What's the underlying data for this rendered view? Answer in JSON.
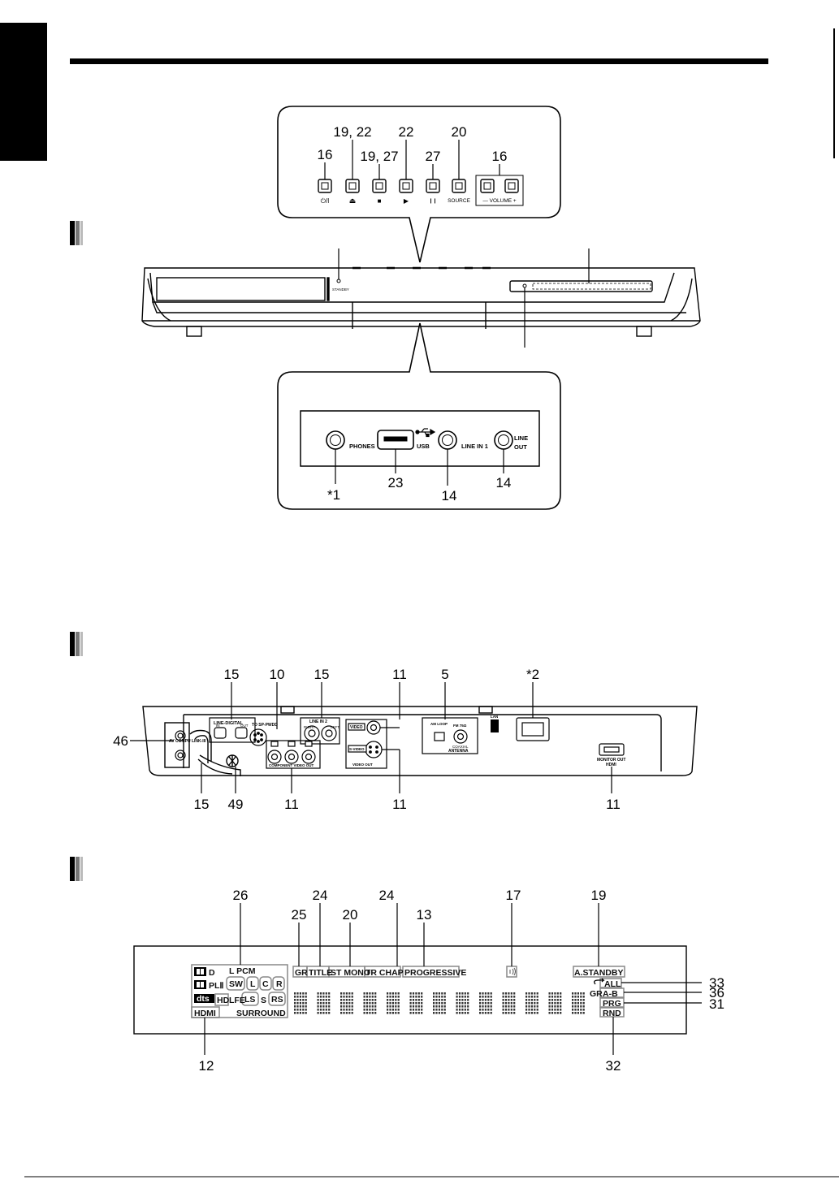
{
  "callouts": {
    "top_panel": {
      "n16a": "16",
      "n1922": "19, 22",
      "n1927": "19, 27",
      "n22": "22",
      "n27": "27",
      "n20": "20",
      "n16b": "16"
    },
    "front_jacks": {
      "n1": "*1",
      "n23": "23",
      "n14a": "14",
      "n14b": "14"
    },
    "rear": {
      "n46": "46",
      "n15a": "15",
      "n10": "10",
      "n15b": "15",
      "n11a": "11",
      "n5": "5",
      "n2": "*2",
      "n15c": "15",
      "n49": "49",
      "n11b": "11",
      "n11c": "11",
      "n11d": "11"
    },
    "display": {
      "n26": "26",
      "n24a": "24",
      "n24b": "24",
      "n17": "17",
      "n19": "19",
      "n25": "25",
      "n20": "20",
      "n13": "13",
      "n33": "33",
      "n36": "36",
      "n31": "31",
      "n12": "12",
      "n32": "32"
    }
  },
  "top_panel_labels": {
    "power": "⏻/I",
    "eject": "⏏",
    "stop": "■",
    "play": "▶",
    "pause": "❙❙",
    "source": "SOURCE",
    "volume": "— VOLUME +"
  },
  "front_labels": {
    "standby": "STANDBY",
    "phones": "PHONES",
    "usb": "USB",
    "line_in_1": "LINE IN 1",
    "line": "LINE",
    "out": "OUT"
  },
  "rear_labels": {
    "av_compu_link": "AV COMPU LINK-III",
    "line_digital": "LINE-DIGITAL",
    "in": "IN",
    "out": "OUT",
    "to_sp_pwdd": "TO SP-PWDD",
    "line_in_2": "LINE IN 2",
    "right": "RIGHT",
    "left": "LEFT",
    "video": "VIDEO",
    "s_video": "S-VIDEO",
    "video_out": "VIDEO OUT",
    "component_video_out": "COMPONENT VIDEO OUT",
    "am_loop": "AM LOOP",
    "fm_75": "FM 75Ω",
    "coaxial": "COAXIAL",
    "antenna": "ANTENNA",
    "lan": "LAN",
    "monitor_out": "MONITOR OUT",
    "hdmi": "HDMI"
  },
  "display_labels": {
    "dd_d": "D",
    "pl2": "PLⅡ",
    "lpcm": "L PCM",
    "sw": "SW",
    "l": "L",
    "c": "C",
    "r": "R",
    "dts": "dts",
    "hd": "HD",
    "lfe": "LFE",
    "ls": "LS",
    "s": "S",
    "rs": "RS",
    "hdmi": "HDMI",
    "surround": "SURROUND",
    "gr": "GR",
    "title": "TITLE",
    "st_mono": "ST MONO",
    "tr_chap": "TR CHAP",
    "progressive": "PROGRESSIVE",
    "a_standby": "A.STANDBY",
    "all": "ALL",
    "gr2": "GR",
    "a_b": "A-B",
    "prg": "PRG",
    "rnd": "RND"
  }
}
